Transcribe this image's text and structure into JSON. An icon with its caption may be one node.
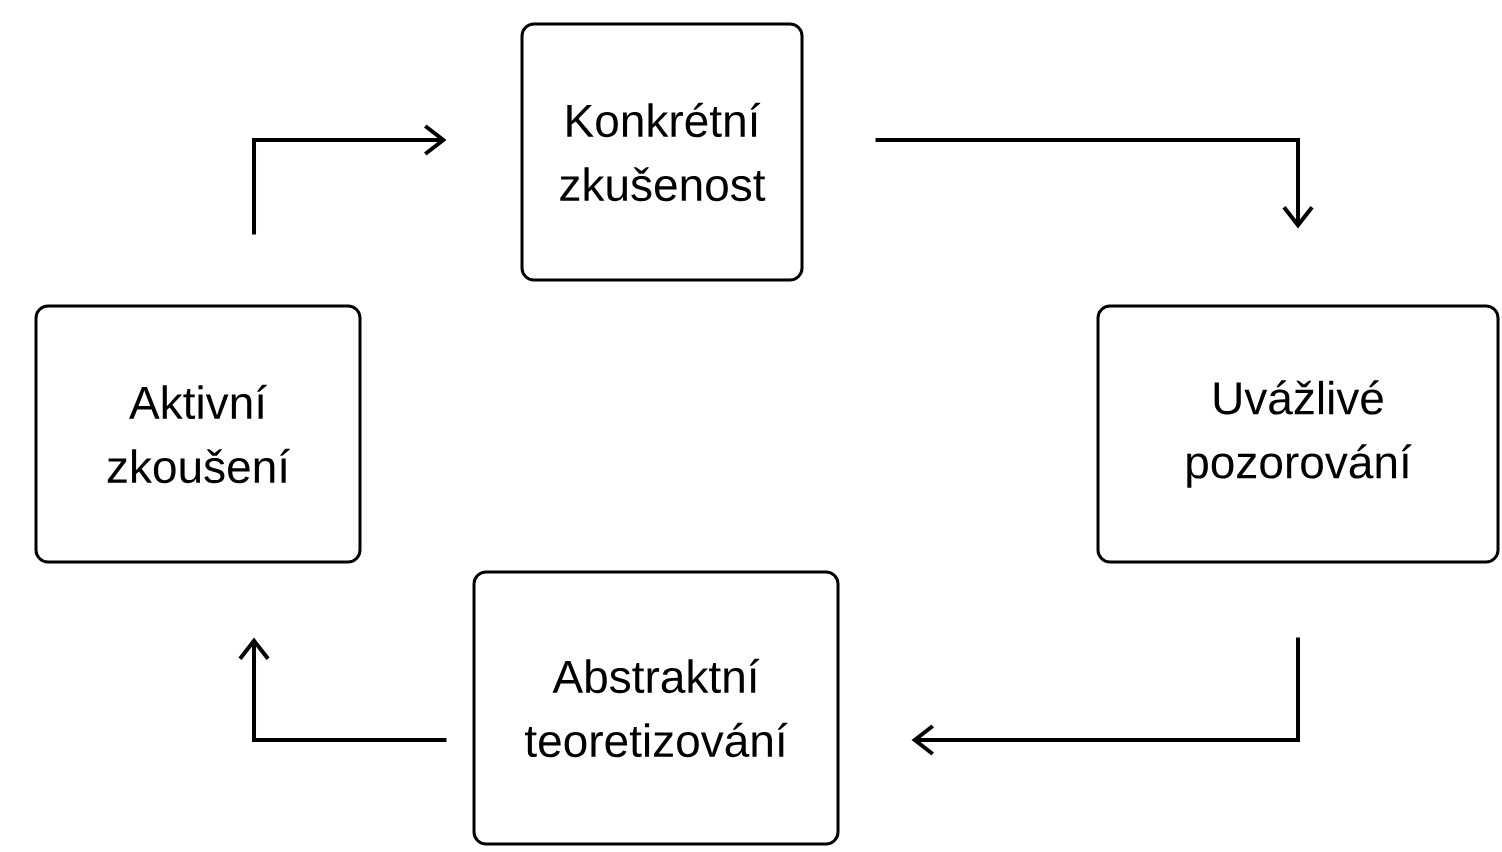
{
  "diagram": {
    "nodes": [
      {
        "text": [
          "Konkrétní zkušenost"
        ]
      },
      {
        "text": [
          "Uvážlivé pozorování"
        ]
      },
      {
        "text": [
          "Abstraktní teoretizování"
        ]
      },
      {
        "text": [
          "Aktivní zkoušení"
        ]
      }
    ],
    "edges": [
      {
        "from": 3,
        "to": 0,
        "arrow": "to"
      },
      {
        "from": 0,
        "to": 1,
        "arrow": "to"
      },
      {
        "from": 1,
        "to": 2,
        "arrow": "to"
      },
      {
        "from": 2,
        "to": 3,
        "arrow": "to"
      }
    ]
  }
}
